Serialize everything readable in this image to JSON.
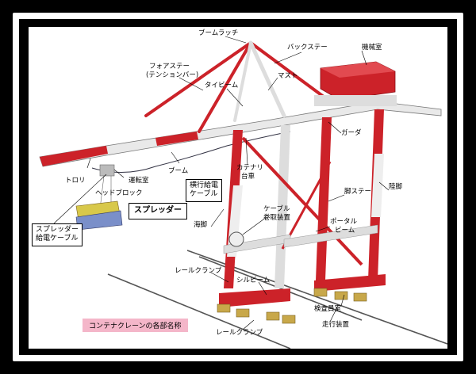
{
  "title": "コンテナクレーンの各部名称",
  "labels": {
    "boom_latch": "ブームラッチ",
    "back_stay": "バックステー",
    "machine_room": "機械室",
    "fore_stay_1": "フォアステー",
    "fore_stay_2": "(テンションバー)",
    "tie_beam": "タイビーム",
    "mast": "マスト",
    "girder": "ガーダ",
    "trolley": "トロリ",
    "operator_room": "運転室",
    "boom": "ブーム",
    "catenary_1": "カテナリ",
    "catenary_2": "台車",
    "land_leg": "陸脚",
    "leg_stay": "脚ステー",
    "head_block": "ヘッドブロック",
    "sea_leg": "海脚",
    "cable_reel_1": "ケーブル",
    "cable_reel_2": "巻取装置",
    "portal_beam_1": "ポータル",
    "portal_beam_2": "ビーム",
    "rail_clamp_top": "レールクランプ",
    "sill_beam": "シルビーム",
    "inspector_room": "検査員室",
    "travel_device": "走行装置",
    "rail_clamp_bottom": "レールクランプ"
  },
  "boxes": {
    "travel_cable_1": "横行給電",
    "travel_cable_2": "ケーブル",
    "spreader": "スプレッダー",
    "spreader_cable_1": "スプレッダー",
    "spreader_cable_2": "給電ケーブル"
  },
  "colors": {
    "crane_red": "#cc2229",
    "crane_white": "#eeeeee",
    "caption_bg": "#f4b6c9",
    "spreader_yellow": "#d8c84a",
    "spreader_blue": "#7a8fc9"
  }
}
